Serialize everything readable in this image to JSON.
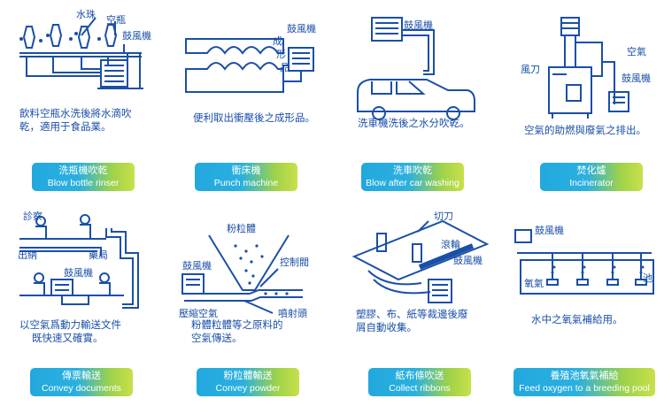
{
  "panels": [
    {
      "labels": [
        "水珠",
        "空瓶",
        "鼓風機"
      ],
      "caption": [
        "飲料空瓶水洗後將水滴吹",
        "乾，適用于食品業。"
      ],
      "badge_zh": "洗瓶機吹乾",
      "badge_en": "Blow bottle rinser"
    },
    {
      "labels": [
        "鼓風機",
        "成",
        "形",
        "品"
      ],
      "caption": [
        "便利取出衝壓後之成形品。"
      ],
      "badge_zh": "衝床機",
      "badge_en": "Punch machine"
    },
    {
      "labels": [
        "鼓風機"
      ],
      "caption": [
        "洗車機洗後之水分吹乾。"
      ],
      "badge_zh": "洗車吹乾",
      "badge_en": "Blow after car washing"
    },
    {
      "labels": [
        "空氣",
        "風刀",
        "鼓風機"
      ],
      "caption": [
        "空氣的助燃與廢氣之排出。"
      ],
      "badge_zh": "焚化爐",
      "badge_en": "Incinerator"
    },
    {
      "labels": [
        "診察",
        "出納",
        "藥局",
        "鼓風機"
      ],
      "caption": [
        "以空氣爲動力輸送文件",
        "既快速又確實。"
      ],
      "badge_zh": "傳票輸送",
      "badge_en": "Convey documents"
    },
    {
      "labels": [
        "粉粒體",
        "鼓風機",
        "控制閥",
        "壓縮空氣",
        "噴射頭"
      ],
      "caption": [
        "粉體粒體等之原料的",
        "空氣傳送。"
      ],
      "badge_zh": "粉粒體輸送",
      "badge_en": "Convey powder"
    },
    {
      "labels": [
        "切刀",
        "滾輪",
        "鼓風機"
      ],
      "caption": [
        "塑膠、布、紙等裁邊後廢",
        "屑自動收集。"
      ],
      "badge_zh": "紙布條吹送",
      "badge_en": "Collect ribbons"
    },
    {
      "labels": [
        "鼓風機",
        "氧氣",
        "池"
      ],
      "caption": [
        "水中之氧氣補給用。"
      ],
      "badge_zh": "養殖池氧氣補給",
      "badge_en": "Feed oxygen to a breeding pool"
    }
  ],
  "colors": {
    "ink": "#1a4fa8",
    "badge_blue": "#22a8dd",
    "badge_green": "#c8e04a"
  },
  "icons": [
    "blower-icon",
    "bottle-icon",
    "car-icon",
    "incinerator-icon",
    "pipe-icon",
    "hopper-icon",
    "roller-icon",
    "pool-icon"
  ]
}
